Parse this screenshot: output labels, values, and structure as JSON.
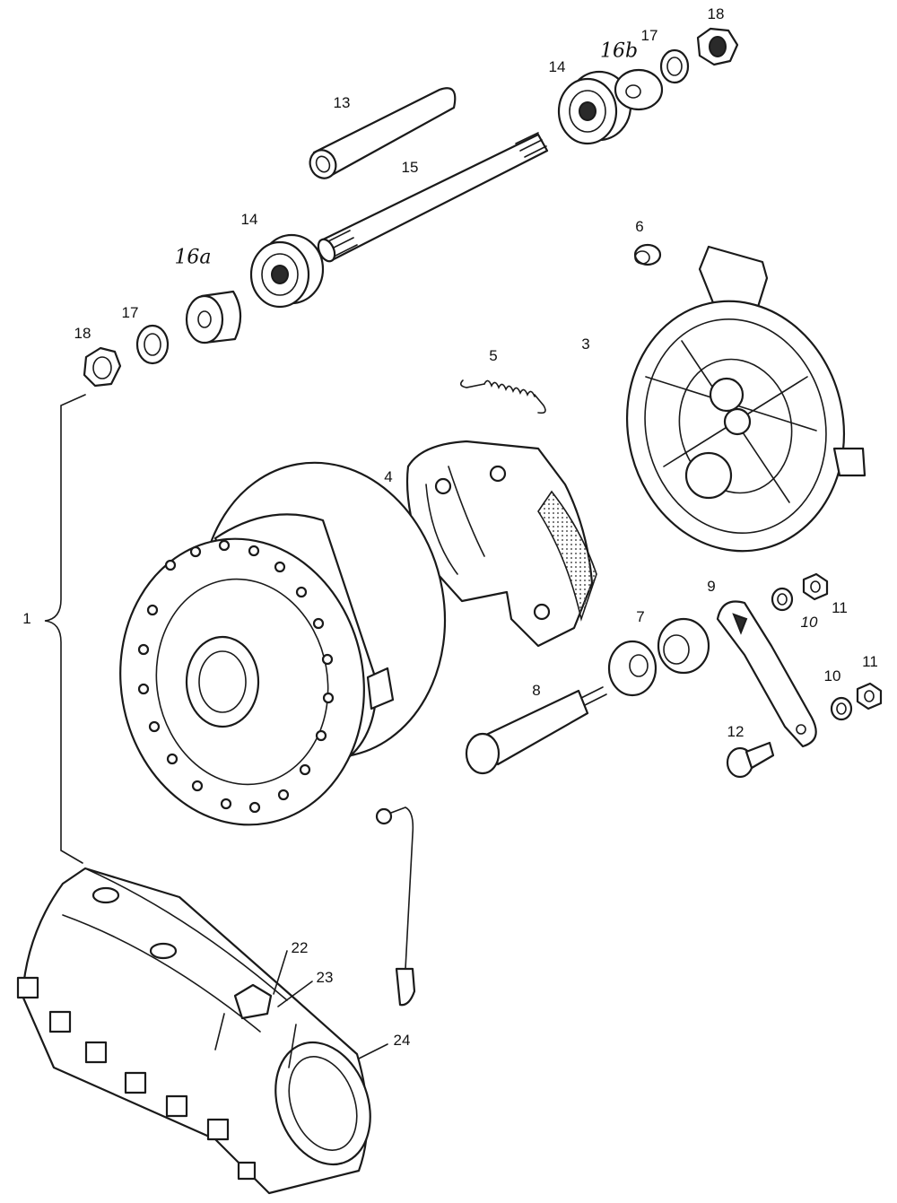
{
  "callouts": {
    "c1": "1",
    "c3": "3",
    "c4": "4",
    "c5": "5",
    "c6": "6",
    "c7": "7",
    "c8": "8",
    "c9": "9",
    "c10a": "10",
    "c10b": "10",
    "c11a": "11",
    "c11b": "11",
    "c12": "12",
    "c13": "13",
    "c14a": "14",
    "c14b": "14",
    "c15": "15",
    "c16a": "16a",
    "c16b": "16b",
    "c17a": "17",
    "c17b": "17",
    "c18a": "18",
    "c18b": "18",
    "c22": "22",
    "c23": "23",
    "c24": "24"
  },
  "colors": {
    "ink": "#1a1a1a",
    "paper": "#ffffff",
    "lining": "#9a9a9a"
  }
}
